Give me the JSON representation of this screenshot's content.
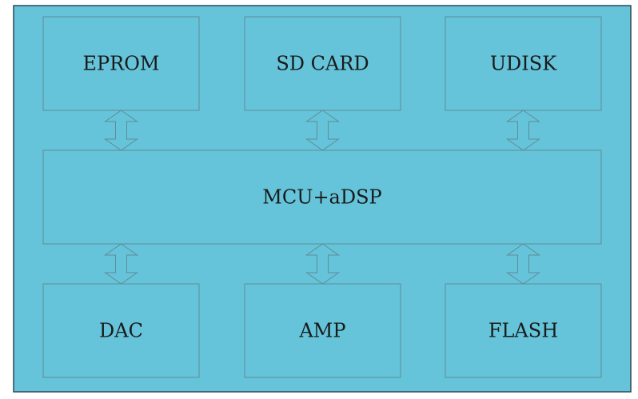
{
  "colors": {
    "background": "#65c4d9",
    "frame_border": "#2f4a55",
    "block_border": "#5f8d99",
    "text": "#1a1a1a"
  },
  "blocks": {
    "eprom": "EPROM",
    "sd_card": "SD CARD",
    "udisk": "UDISK",
    "mcu": "MCU+aDSP",
    "dac": "DAC",
    "amp": "AMP",
    "flash": "FLASH"
  },
  "connections": [
    {
      "from": "EPROM",
      "to": "MCU+aDSP",
      "type": "bidirectional"
    },
    {
      "from": "SD CARD",
      "to": "MCU+aDSP",
      "type": "bidirectional"
    },
    {
      "from": "UDISK",
      "to": "MCU+aDSP",
      "type": "bidirectional"
    },
    {
      "from": "MCU+aDSP",
      "to": "DAC",
      "type": "bidirectional"
    },
    {
      "from": "MCU+aDSP",
      "to": "AMP",
      "type": "bidirectional"
    },
    {
      "from": "MCU+aDSP",
      "to": "FLASH",
      "type": "bidirectional"
    }
  ]
}
